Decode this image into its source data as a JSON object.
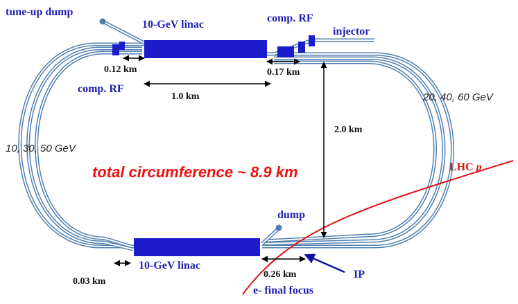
{
  "labels": {
    "tune_up_dump": "tune-up dump",
    "linac_top": "10-GeV linac",
    "linac_bottom": "10-GeV linac",
    "comp_rf_top": "comp. RF",
    "comp_rf_left": "comp. RF",
    "injector": "injector",
    "dump": "dump",
    "ip": "IP",
    "final_focus": "e- final focus",
    "lhc": "LHC",
    "lhc_symbol": "p"
  },
  "distances": {
    "d_012": "0.12 km",
    "d_017": "0.17 km",
    "d_10": "1.0 km",
    "d_20": "2.0 km",
    "d_003": "0.03 km",
    "d_026": "0.26 km"
  },
  "energies": {
    "right": "20, 40, 60 GeV",
    "left": "10, 30, 50 GeV"
  },
  "total": "total circumference ~ 8.9 km",
  "colors": {
    "linac": "#1c1ccc",
    "ring_stroke": "#4f7fb0",
    "label_blue": "#1f1fb4",
    "lhc_red": "#e01010",
    "total_red": "#ee1111"
  }
}
